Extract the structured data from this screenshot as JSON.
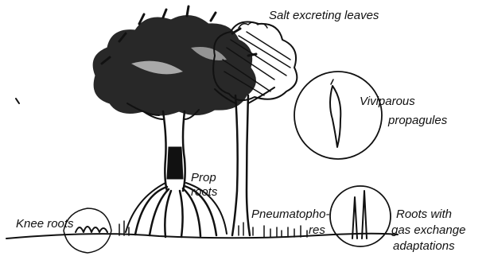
{
  "labels": {
    "salt_leaves": "Salt excreting leaves",
    "viviparous_line1": "Viviparous",
    "viviparous_line2": "propagules",
    "prop_line1": "Prop",
    "prop_line2": "roots",
    "knee": "Knee roots",
    "pneumato_line1": "Pneumatopho-",
    "pneumato_line2": "res",
    "gas_line1": "Roots with",
    "gas_line2": "gas exchange",
    "gas_line3": "adaptations"
  },
  "colors": {
    "ink": "#111111",
    "background": "#ffffff"
  }
}
